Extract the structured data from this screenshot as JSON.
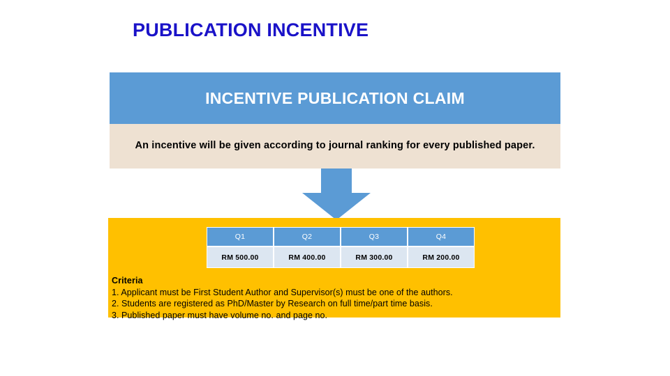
{
  "slide": {
    "title": "PUBLICATION INCENTIVE"
  },
  "banner": {
    "heading": "INCENTIVE PUBLICATION CLAIM",
    "color": "#5B9BD5"
  },
  "description": {
    "text": "An incentive will be given according to journal ranking for every published paper.",
    "background_color": "#EEE1D2"
  },
  "arrow": {
    "direction": "down",
    "color": "#5B9BD5"
  },
  "content_box": {
    "background_color": "#FFC000"
  },
  "incentive_table": {
    "headers": [
      "Q1",
      "Q2",
      "Q3",
      "Q4"
    ],
    "values": [
      "RM 500.00",
      "RM 400.00",
      "RM 300.00",
      "RM 200.00"
    ],
    "header_color": "#5B9BD5",
    "cell_color": "#DCE6F1"
  },
  "criteria": {
    "heading": "Criteria",
    "items": [
      "1. Applicant must be First Student Author and Supervisor(s) must be one of the authors.",
      "2. Students are registered as PhD/Master by Research on full time/part time basis.",
      "3. Published paper must have volume no. and page no."
    ]
  }
}
